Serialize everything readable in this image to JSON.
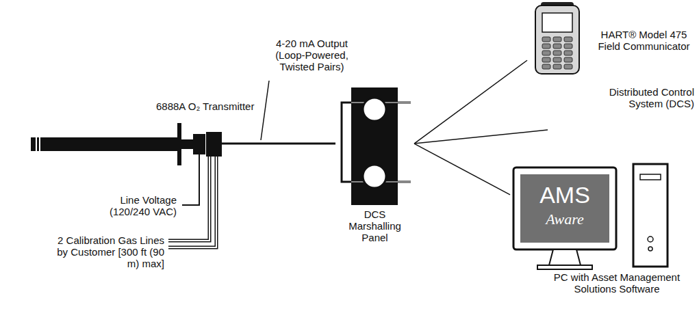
{
  "diagram": {
    "nodes": [
      {
        "text": [
          "6888A O₂ Transmitter"
        ]
      },
      {
        "text": [
          "DCS Marshalling Panel"
        ]
      },
      {
        "text": [
          "HART® Model 475 Field Communicator"
        ]
      },
      {
        "text": [
          "Distributed Control System (DCS)"
        ]
      },
      {
        "text": [
          "AMS",
          "Aware",
          "PC with Asset Management Solutions Software"
        ]
      }
    ],
    "edges": [
      {
        "from": 0,
        "to": 1,
        "arrow": "none",
        "label": "4-20 mA Output (Loop-Powered, Twisted Pairs)"
      },
      {
        "from": 1,
        "to": 2,
        "arrow": "none"
      },
      {
        "from": 1,
        "to": 3,
        "arrow": "none"
      },
      {
        "from": 1,
        "to": 4,
        "arrow": "none"
      }
    ],
    "labels": [
      "Line Voltage (120/240 VAC)",
      "2 Calibration Gas Lines by Customer [300 ft (90 m) max]"
    ]
  }
}
